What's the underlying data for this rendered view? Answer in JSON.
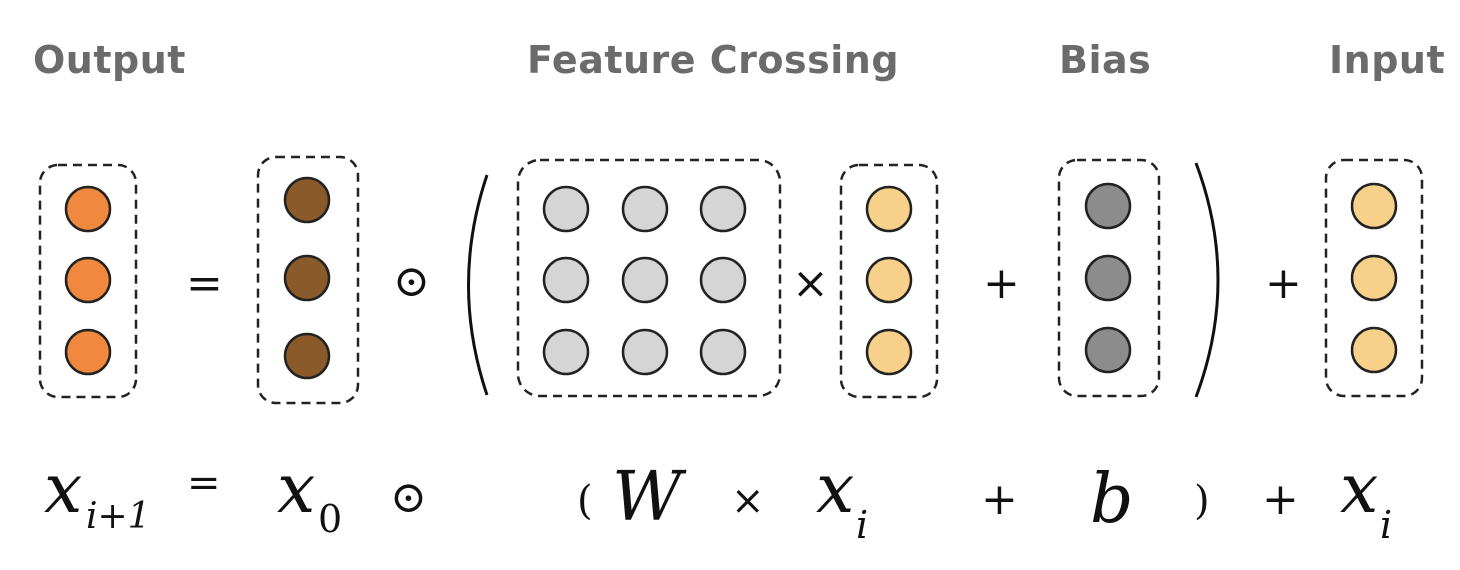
{
  "labels": {
    "output": "Output",
    "feature_crossing": "Feature Crossing",
    "bias": "Bias",
    "input": "Input"
  },
  "operators": {
    "equals": "=",
    "hadamard": "⊙",
    "times": "×",
    "plus": "+"
  },
  "formula": {
    "x": "x",
    "sub_next": "i+1",
    "sub_zero": "0",
    "W": "W",
    "sub_i": "i",
    "b": "b",
    "lparen": "(",
    "rparen": ")"
  },
  "colors": {
    "output": "#f0883e",
    "x0": "#8b5a2b",
    "weight": "#d5d5d5",
    "input": "#f7d189",
    "bias": "#8c8c8c",
    "label_text": "#6b6b6b"
  }
}
